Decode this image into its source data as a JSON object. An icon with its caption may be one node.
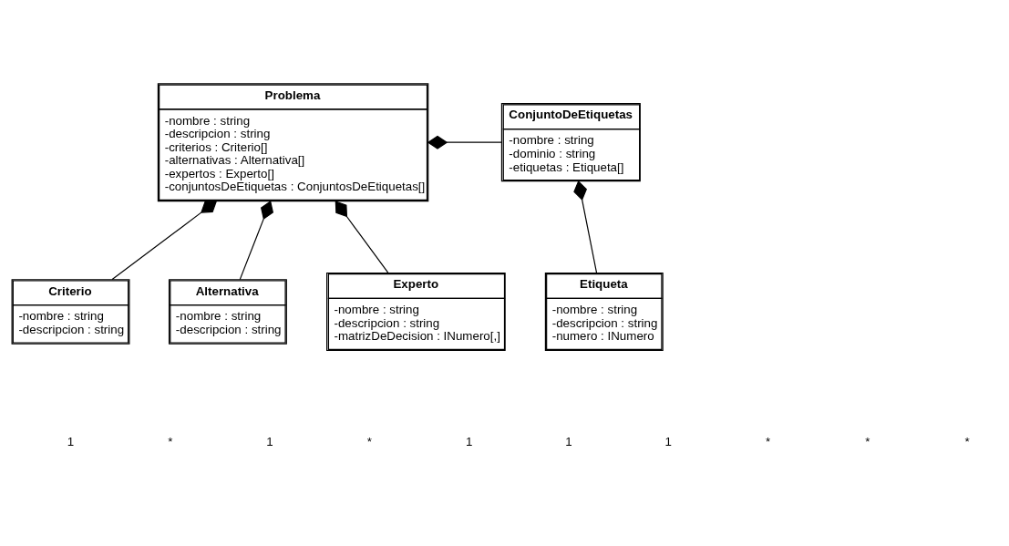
{
  "diagram": {
    "nodes": [
      {
        "text": [
          "ConjuntoDeEtiquetas",
          "-nombre : string",
          "-dominio : string",
          "-etiquetas : Etiqueta[]"
        ]
      },
      {
        "text": [
          "Problema",
          "-nombre : string",
          "-descripcion : string",
          "-criterios : Criterio[]",
          "-alternativas : Alternativa[]",
          "-expertos : Experto[]",
          "-conjuntosDeEtiquetas : ConjuntosDeEtiquetas[]"
        ]
      },
      {
        "text": [
          "Etiqueta",
          "-nombre : string",
          "-descripcion : string",
          "-numero : INumero"
        ]
      },
      {
        "text": [
          "Criterio",
          "-nombre : string",
          "-descripcion : string"
        ]
      },
      {
        "text": [
          "Alternativa",
          "-nombre : string",
          "-descripcion : string"
        ]
      },
      {
        "text": [
          "Experto",
          "-nombre : string",
          "-descripcion : string",
          "-matrizDeDecision : INumero[,]"
        ]
      }
    ],
    "edges": [
      {
        "from": 1,
        "to": 0,
        "arrow": "other"
      },
      {
        "from": 0,
        "to": 2,
        "arrow": "other"
      },
      {
        "from": 1,
        "to": 3,
        "arrow": "other"
      },
      {
        "from": 1,
        "to": 4,
        "arrow": "other"
      },
      {
        "from": 1,
        "to": 5,
        "arrow": "other"
      }
    ],
    "labels": [
      "1",
      "*",
      "1",
      "*",
      "1",
      "1",
      "1",
      "*",
      "*",
      "*"
    ]
  }
}
